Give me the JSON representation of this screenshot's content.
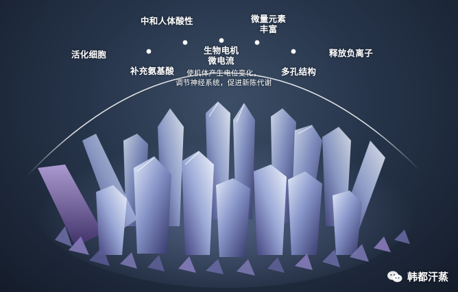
{
  "labels": {
    "activate_cells": "活化细胞",
    "neutralize_acid": "中和人体酸性",
    "supplement_amino": "补充氨基酸",
    "bioelectric_line1": "生物电机",
    "bioelectric_line2": "微电流",
    "regulate_line1": "使机体产生电位变化，",
    "regulate_line2": "调节神经系统，促进新陈代谢",
    "trace_line1": "微量元素",
    "trace_line2": "丰富",
    "porous": "多孔结构",
    "anion": "释放负离子"
  },
  "watermark": {
    "icon": "wechat-icon",
    "text": "韩都汗蒸"
  },
  "colors": {
    "background": "#26344a",
    "arc": "#ffffff",
    "crystal_light": "#c9d6ee",
    "crystal_mid": "#7f8fc4",
    "crystal_dark": "#3b3f78",
    "crystal_purple": "#8a73b8"
  }
}
